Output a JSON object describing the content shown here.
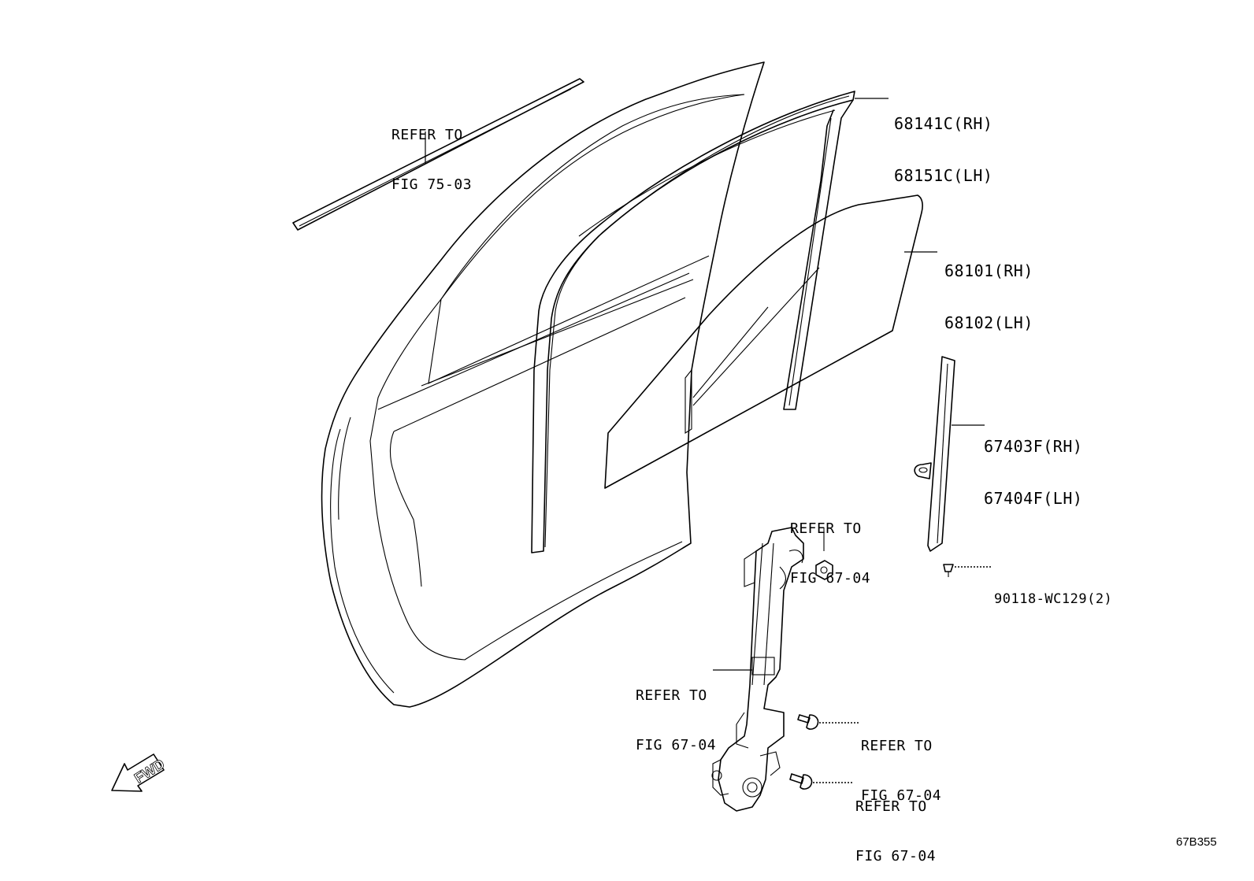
{
  "refs": {
    "moulding": [
      "REFER TO",
      "FIG 75-03"
    ],
    "regulator_top": [
      "REFER TO",
      "FIG 67-04"
    ],
    "regulator_mid": [
      "REFER TO",
      "FIG 67-04"
    ],
    "bolt_upper": [
      "REFER TO",
      "FIG 67-04"
    ],
    "bolt_lower": [
      "REFER TO",
      "FIG 67-04"
    ]
  },
  "parts": {
    "run_channel": [
      "68141C(RH)",
      "68151C(LH)"
    ],
    "glass": [
      "68101(RH)",
      "68102(LH)"
    ],
    "rear_channel": [
      "67403F(RH)",
      "67404F(LH)"
    ],
    "screw": "90118-WC129(2)"
  },
  "fwd_arrow": "FWD",
  "figure_code": "67B355",
  "icons": {
    "fwd": "fwd-arrow-icon"
  }
}
